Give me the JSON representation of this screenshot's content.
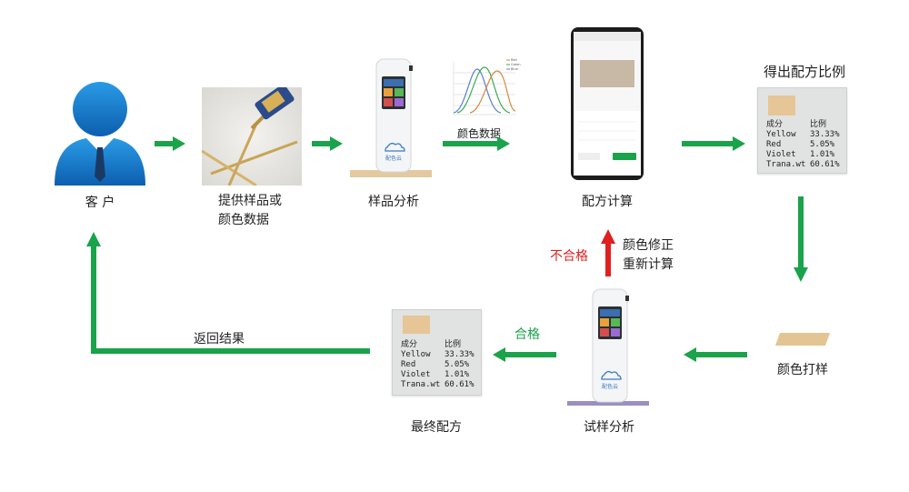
{
  "nodes": {
    "customer": "客 户",
    "provide_sample": [
      "提供样品或",
      "颜色数据"
    ],
    "sample_analysis": "样品分析",
    "color_data": "颜色数据",
    "formula_calc": "配方计算",
    "formula_ratio": "得出配方比例",
    "color_proof": "颜色打样",
    "trial_analysis": "试样分析",
    "final_formula": "最终配方",
    "return_result": "返回结果",
    "pass": "合格",
    "fail": "不合格",
    "color_correction": [
      "颜色修正",
      "重新计算"
    ]
  },
  "formula_table": {
    "header": [
      "成分",
      "比例"
    ],
    "rows": [
      [
        "Yellow",
        "33.33%"
      ],
      [
        "Red",
        "5.05%"
      ],
      [
        "Violet",
        "1.01%"
      ],
      [
        "Trana.wt",
        "60.61%"
      ]
    ]
  },
  "device_logo": "配色云",
  "chart_legend": [
    "Red",
    "Green",
    "Blue"
  ],
  "colors": {
    "arrow_green": "#1aa34a",
    "arrow_red": "#e02020",
    "pass_text": "#1aa34a",
    "fail_text": "#e02020",
    "swatch": "#e6c697",
    "card_bg": "#e1e2e2",
    "user_blue": "#1f87d6"
  }
}
